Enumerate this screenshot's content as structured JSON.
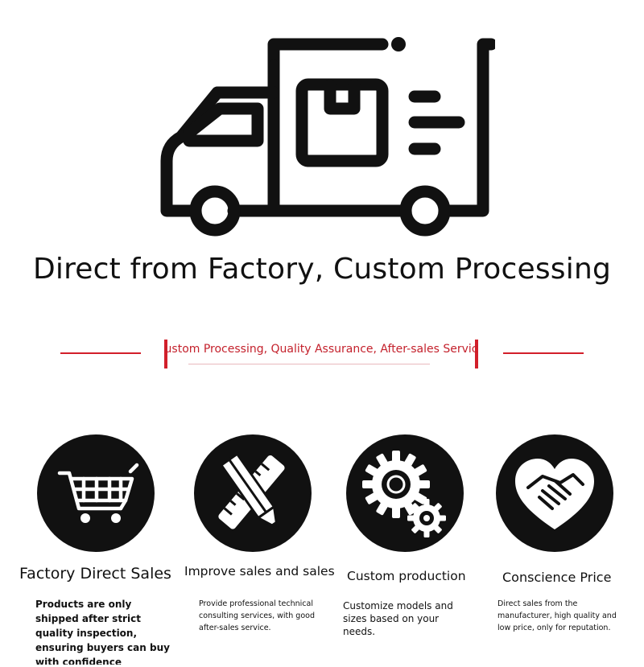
{
  "hero": {
    "icon": "delivery-truck-icon",
    "headline": "Direct from Factory, Custom Processing"
  },
  "tagline": {
    "text": "ustom Processing, Quality Assurance, After-sales Servic",
    "accent_color": "#d21f2a"
  },
  "features": [
    {
      "icon": "shopping-cart-icon",
      "title": "Factory Direct Sales",
      "description": "Products are only shipped after strict quality inspection, ensuring buyers can buy with confidence"
    },
    {
      "icon": "ruler-pencil-icon",
      "title": "Improve sales and sales",
      "description": "Provide professional technical consulting services, with good after-sales service."
    },
    {
      "icon": "gears-icon",
      "title": "Custom production",
      "description": "Customize models and sizes based on your needs."
    },
    {
      "icon": "heart-handshake-icon",
      "title": "Conscience Price",
      "description": "Direct sales from the manufacturer, high quality and low price, only for reputation."
    }
  ]
}
